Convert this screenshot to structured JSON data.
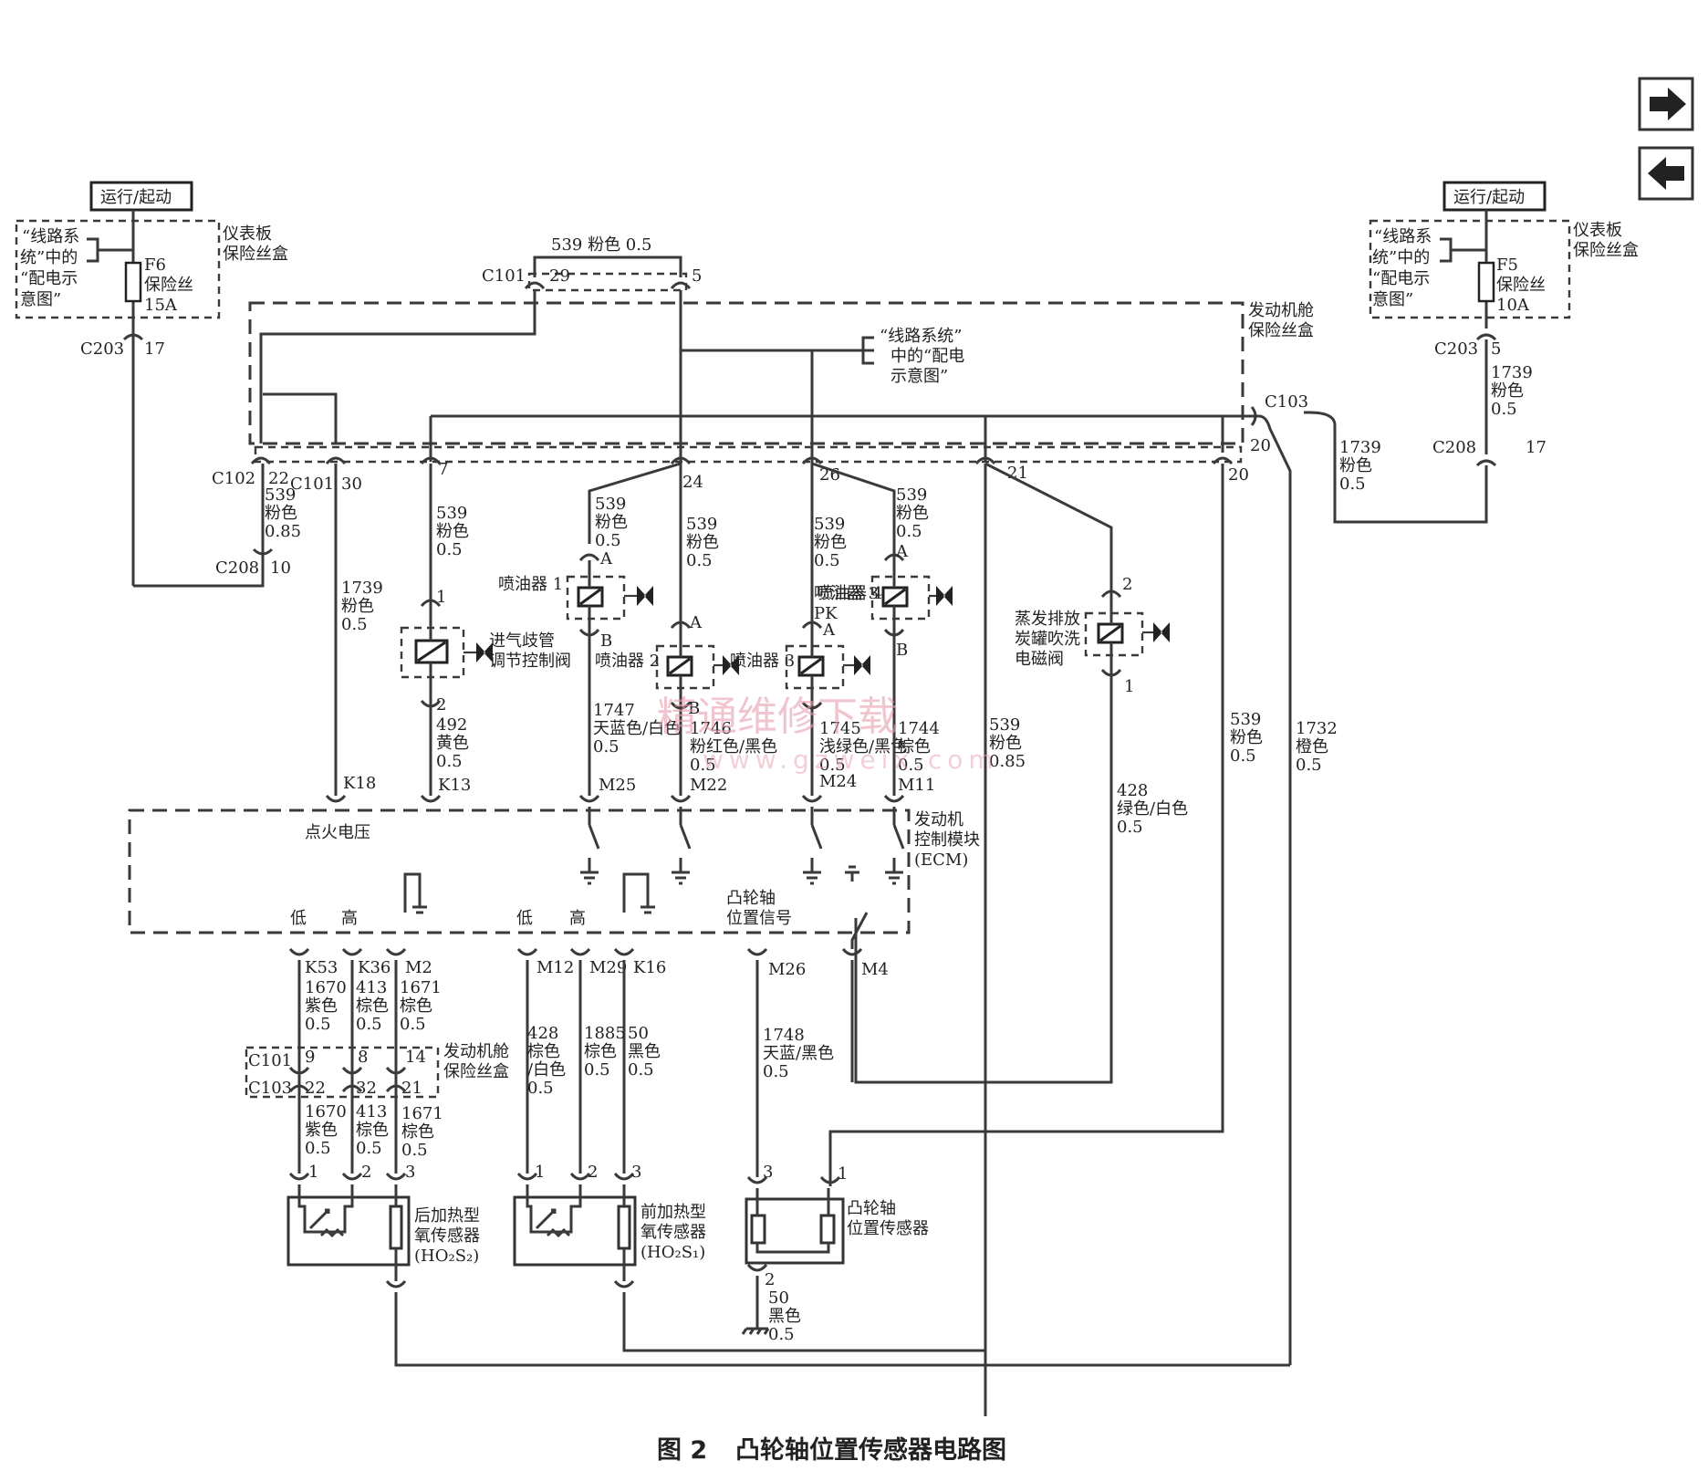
{
  "nav": {
    "forward_icon": "right-arrow-icon",
    "back_icon": "left-arrow-icon"
  },
  "caption": {
    "number": "图 2",
    "title": "凸轮轴位置传感器电路图"
  },
  "watermark": {
    "main": "精通维修下载",
    "url": "www.gzweix.com"
  },
  "labels": {
    "run_start_left": "运行/起动",
    "run_start_right": "运行/起动",
    "ip_fuse_box_l1": "仪表板",
    "ip_fuse_box_l2": "保险丝盒",
    "ip_fuse_box_r1": "仪表板",
    "ip_fuse_box_r2": "保险丝盒",
    "ref_l1": "“线路系",
    "ref_l2": "统”中的",
    "ref_l3": "“配电示",
    "ref_l4": "意图”",
    "ref_r1": "“线路系",
    "ref_r2": "统”中的",
    "ref_r3": "“配电示",
    "ref_r4": "意图”",
    "fuse_f6": "F6",
    "fuse_f6_name": "保险丝",
    "fuse_f6_rating": "15A",
    "fuse_f5": "F5",
    "fuse_f5_name": "保险丝",
    "fuse_f5_rating": "10A",
    "c203_l": "C203",
    "c203_l_pin": "17",
    "c203_r": "C203",
    "c203_r_pin": "5",
    "c208_l": "C208",
    "c208_l_pin": "10",
    "c208_r": "C208",
    "c208_r_pin": "17",
    "c101_top": "C101",
    "c101_top_pin": "29",
    "top_wire": "539 粉色 0.5",
    "top_pin5": "5",
    "ecb_1": "发动机舱",
    "ecb_2": "保险丝盒",
    "wsys_1": "“线路系统”",
    "wsys_2": "中的“配电",
    "wsys_3": "示意图”",
    "c103": "C103",
    "c103_pin20": "20",
    "c102": "C102",
    "c102_pin": "22",
    "c101_mid": "C101",
    "c101_mid_pin": "30",
    "pin7": "7",
    "pin24": "24",
    "pin26": "26",
    "pin21": "21",
    "pin20b": "20",
    "w539_085_a": "539",
    "w539_085_b": "粉色",
    "w539_085_c": "0.85",
    "w1739_a": "1739",
    "w1739_b": "粉色",
    "w1739_c": "0.5",
    "w539_7a": "539",
    "w539_7b": "粉色",
    "w539_7c": "0.5",
    "w539_i1a": "539",
    "w539_i1b": "粉色",
    "w539_i1c": "0.5",
    "w539_i2a": "539",
    "w539_i2b": "粉色",
    "w539_i2c": "0.5",
    "w539_i3a": "539",
    "w539_i3b": "粉色",
    "w539_i3c": "0.5",
    "w539_i4a": "539",
    "w539_i4b": "粉色",
    "w539_i4c": "0.5",
    "w1739r_a": "1739",
    "w1739r_b": "粉色",
    "w1739r_c": "0.5",
    "w1739r2_a": "1739",
    "w1739r2_b": "粉色",
    "w1739r2_c": "0.5",
    "imrc_1": "进气歧管",
    "imrc_2": "调节控制阀",
    "pin1_imrc": "1",
    "pin2_imrc": "2",
    "w492_a": "492",
    "w492_b": "黄色",
    "w492_c": "0.5",
    "inj1": "喷油器 1",
    "inj2": "喷油器 2",
    "inj3": "喷油器 3",
    "inj4": "喷油器 4",
    "pinA1": "A",
    "pinB1": "B",
    "pinA2": "A",
    "pinB2": "B",
    "pinA3": "A",
    "pinPK": "PK",
    "pinA4": "A",
    "pinB4": "B",
    "w1747_a": "1747",
    "w1747_b": "天蓝色/白色",
    "w1747_c": "0.5",
    "w1746_a": "1746",
    "w1746_b": "粉红色/黑色",
    "w1746_c": "0.5",
    "w1745_a": "1745",
    "w1745_b": "浅绿色/黑色",
    "w1745_c": "0.5",
    "w1744_a": "1744",
    "w1744_b": "棕色",
    "w1744_c": "0.5",
    "w539_085b_a": "539",
    "w539_085b_b": "粉色",
    "w539_085b_c": "0.85",
    "evap_1": "蒸发排放",
    "evap_2": "炭罐吹洗",
    "evap_3": "电磁阀",
    "evap_pin2": "2",
    "evap_pin1": "1",
    "w428g_a": "428",
    "w428g_b": "绿色/白色",
    "w428g_c": "0.5",
    "w539r_a": "539",
    "w539r_b": "粉色",
    "w539r_c": "0.5",
    "w1732_a": "1732",
    "w1732_b": "橙色",
    "w1732_c": "0.5",
    "k18": "K18",
    "k13": "K13",
    "m25": "M25",
    "m22": "M22",
    "m24": "M24",
    "m11": "M11",
    "ign_voltage": "点火电压",
    "ecm_1": "发动机",
    "ecm_2": "控制模块",
    "ecm_3": "(ECM)",
    "low1": "低",
    "high1": "高",
    "low2": "低",
    "high2": "高",
    "cam_sig_1": "凸轮轴",
    "cam_sig_2": "位置信号",
    "k53": "K53",
    "k36": "K36",
    "m2": "M2",
    "m12": "M12",
    "m29": "M29",
    "k16": "K16",
    "m26": "M26",
    "m4": "M4",
    "w1670_a": "1670",
    "w1670_b": "紫色",
    "w1670_c": "0.5",
    "w413_a": "413",
    "w413_b": "棕色",
    "w413_c": "0.5",
    "w1671_a": "1671",
    "w1671_b": "棕色",
    "w1671_c": "0.5",
    "c101_low": "C101",
    "c103_low": "C103",
    "c101_p9": "9",
    "c101_p8": "8",
    "c101_p14": "14",
    "c103_p22": "22",
    "c103_p32": "32",
    "c103_p21": "21",
    "ecb_low_1": "发动机舱",
    "ecb_low_2": "保险丝盒",
    "w1670b_a": "1670",
    "w1670b_b": "紫色",
    "w1670b_c": "0.5",
    "w413b_a": "413",
    "w413b_b": "棕色",
    "w413b_c": "0.5",
    "w1671b_a": "1671",
    "w1671b_b": "棕色",
    "w1671b_c": "0.5",
    "w428_a": "428",
    "w428_b": "棕色",
    "w428_c": "/白色",
    "w428_d": "0.5",
    "w1885_a": "1885",
    "w1885_b": "棕色",
    "w1885_c": "0.5",
    "w50_a": "50",
    "w50_b": "黑色",
    "w50_c": "0.5",
    "w1748_a": "1748",
    "w1748_b": "天蓝/黑色",
    "w1748_c": "0.5",
    "rear_o2_1": "后加热型",
    "rear_o2_2": "氧传感器",
    "rear_o2_3": "(HO₂S₂)",
    "front_o2_1": "前加热型",
    "front_o2_2": "氧传感器",
    "front_o2_3": "(HO₂S₁)",
    "cmp_1": "凸轮轴",
    "cmp_2": "位置传感器",
    "p1a": "1",
    "p2a": "2",
    "p3a": "3",
    "p1b": "1",
    "p2b": "2",
    "p3b": "3",
    "p3c": "3",
    "p1c": "1",
    "p2c": "2",
    "w50g_a": "50",
    "w50g_b": "黑色",
    "w50g_c": "0.5"
  }
}
